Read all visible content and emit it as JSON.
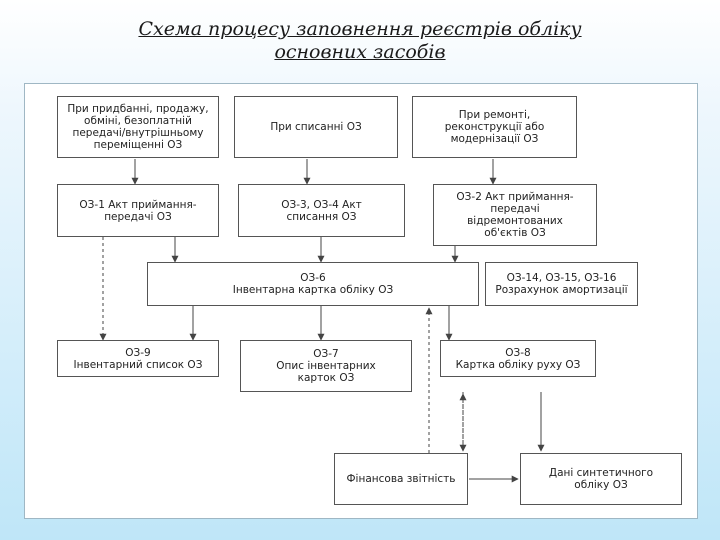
{
  "title": {
    "line1": "Схема процесу заповнення реєстрів обліку",
    "line2": "основних засобів"
  },
  "boxes": {
    "acquisition": "При придбанні, продажу,\nобміні, безоплатній\nпередачі/внутрішньому\nпереміщенні ОЗ",
    "writeoff": "При списанні ОЗ",
    "repair": "При ремонті,\nреконструкції або\nмодернізації ОЗ",
    "os1": "ОЗ-1 Акт приймання-\nпередачі ОЗ",
    "os3_4": "ОЗ-3, ОЗ-4 Акт\nсписання ОЗ",
    "os2": "ОЗ-2 Акт приймання-\nпередачі\nвідремонтованих\nоб'єктів ОЗ",
    "os6": "ОЗ-6\nІнвентарна картка обліку ОЗ",
    "os14_16": "ОЗ-14, ОЗ-15, ОЗ-16\nРозрахунок амортизації",
    "os9": "ОЗ-9\nІнвентарний список ОЗ",
    "os7": "ОЗ-7\nОпис інвентарних\nкарток ОЗ",
    "os8": "ОЗ-8\nКартка обліку руху ОЗ",
    "financial": "Фінансова звітність",
    "synthetic": "Дані синтетичного\nобліку ОЗ"
  }
}
